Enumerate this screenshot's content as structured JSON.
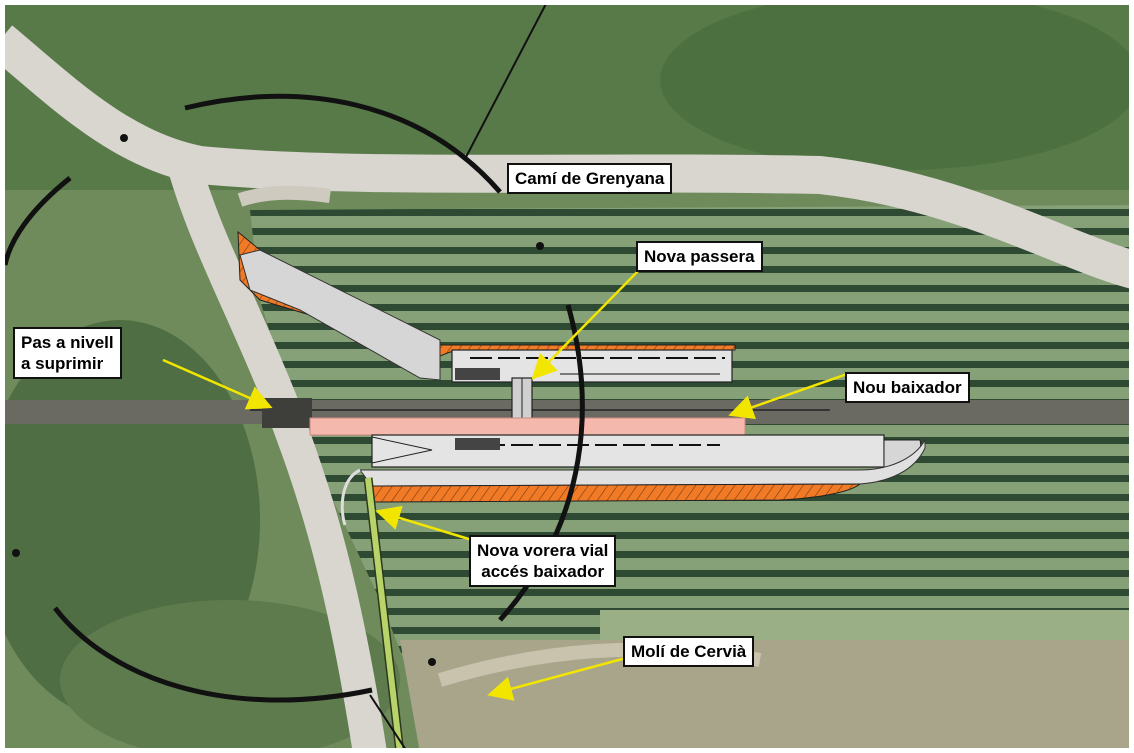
{
  "map": {
    "labels": {
      "cami_grenyana": "Camí de Grenyana",
      "nova_passera": "Nova passera",
      "pas_nivell_line1": "Pas a nivell",
      "pas_nivell_line2": "a suprimir",
      "nou_baixador": "Nou baixador",
      "nova_vorera_line1": "Nova vorera vial",
      "nova_vorera_line2": "accés baixador",
      "moli_cervia": "Molí de Cervià"
    },
    "colors": {
      "vegetation": "#6e8a5a",
      "field": "#7f9a70",
      "crop_rows": "#2f4a32",
      "road": "#d8d6cf",
      "railway": "#6a6a62",
      "platform": "#f5b8ac",
      "embankment": "#f07a26",
      "walkway": "#b7d36a",
      "arrow": "#f2e600",
      "arc": "#111111"
    }
  }
}
